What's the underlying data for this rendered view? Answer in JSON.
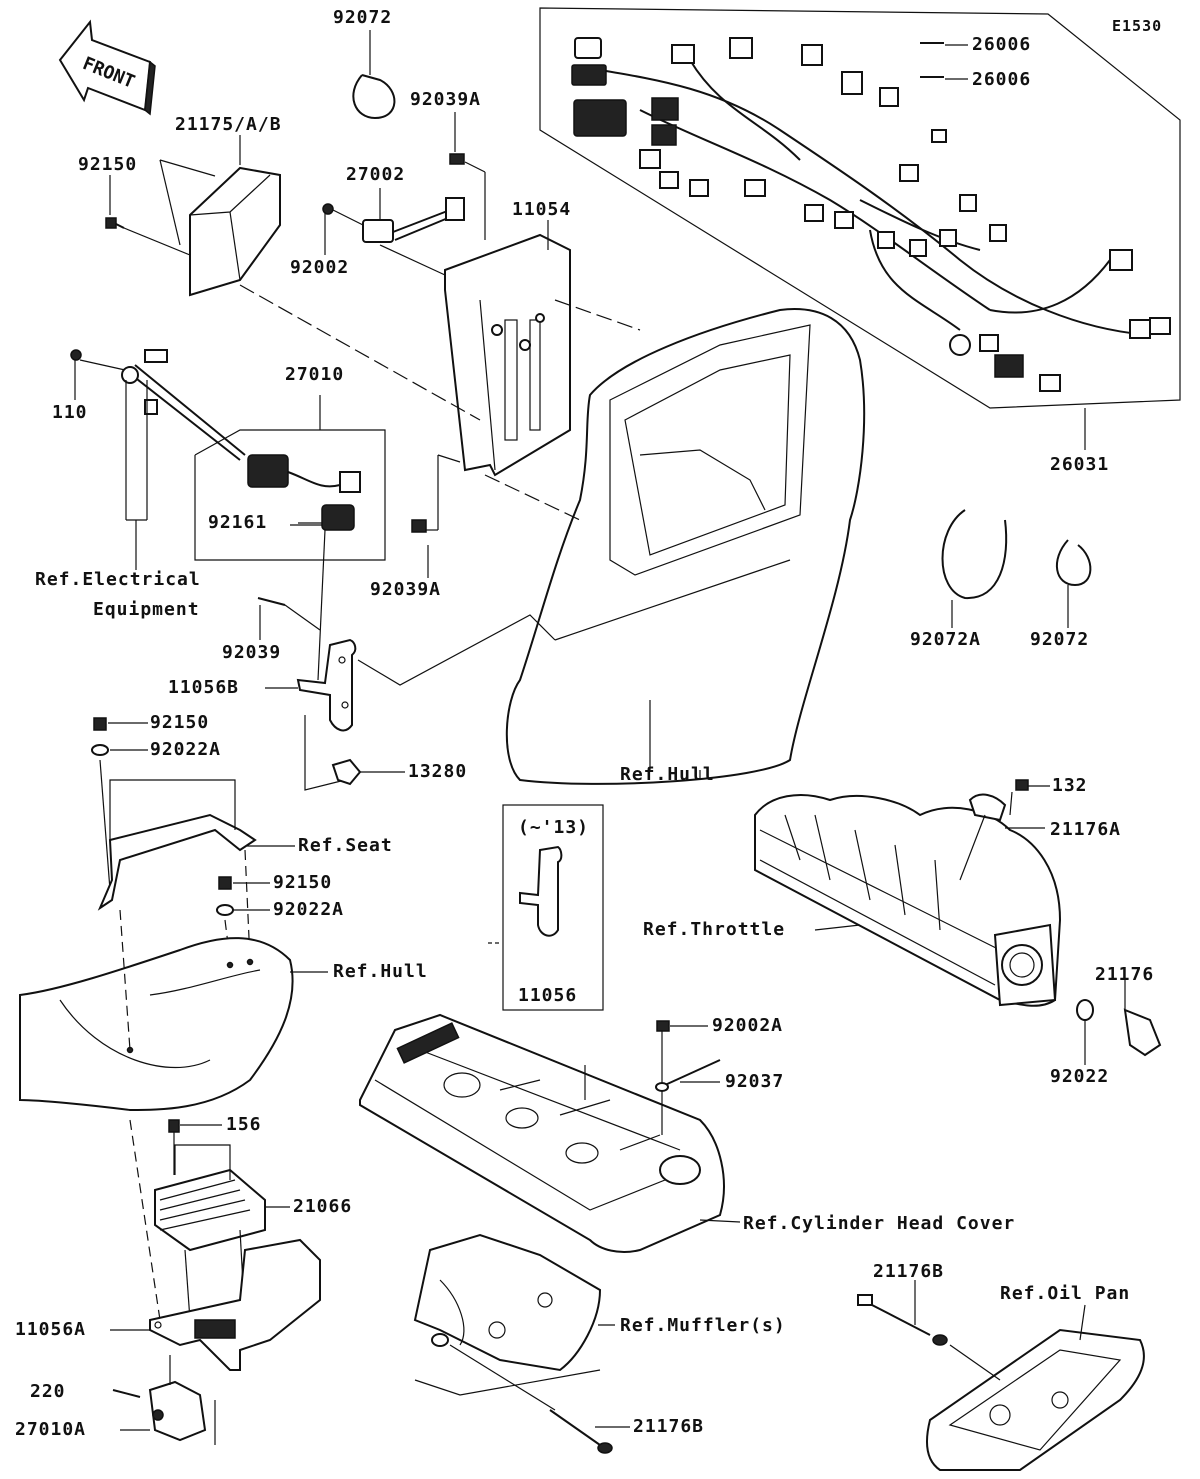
{
  "diagram": {
    "code": "E1530",
    "front_label": "FRONT",
    "labels": [
      {
        "id": "92072_top",
        "text": "92072"
      },
      {
        "id": "92039a_top",
        "text": "92039A"
      },
      {
        "id": "21175",
        "text": "21175/A/B"
      },
      {
        "id": "92150_top",
        "text": "92150"
      },
      {
        "id": "27002",
        "text": "27002"
      },
      {
        "id": "11054",
        "text": "11054"
      },
      {
        "id": "92002",
        "text": "92002"
      },
      {
        "id": "26006_a",
        "text": "26006"
      },
      {
        "id": "26006_b",
        "text": "26006"
      },
      {
        "id": "26031",
        "text": "26031"
      },
      {
        "id": "110",
        "text": "110"
      },
      {
        "id": "27010",
        "text": "27010"
      },
      {
        "id": "92161",
        "text": "92161"
      },
      {
        "id": "92039a_mid",
        "text": "92039A"
      },
      {
        "id": "ref_electrical",
        "text": "Ref.Electrical"
      },
      {
        "id": "ref_electrical_2",
        "text": "Equipment"
      },
      {
        "id": "92039",
        "text": "92039"
      },
      {
        "id": "92072a",
        "text": "92072A"
      },
      {
        "id": "92072_right",
        "text": "92072"
      },
      {
        "id": "11056b",
        "text": "11056B"
      },
      {
        "id": "92150_mid",
        "text": "92150"
      },
      {
        "id": "92022a_mid",
        "text": "92022A"
      },
      {
        "id": "13280",
        "text": "13280"
      },
      {
        "id": "ref_hull_top",
        "text": "Ref.Hull"
      },
      {
        "id": "132",
        "text": "132"
      },
      {
        "id": "21176a",
        "text": "21176A"
      },
      {
        "id": "variant",
        "text": "(~'13)"
      },
      {
        "id": "ref_seat",
        "text": "Ref.Seat"
      },
      {
        "id": "92150_low",
        "text": "92150"
      },
      {
        "id": "92022a_low",
        "text": "92022A"
      },
      {
        "id": "ref_throttle",
        "text": "Ref.Throttle"
      },
      {
        "id": "ref_hull_low",
        "text": "Ref.Hull"
      },
      {
        "id": "21176",
        "text": "21176"
      },
      {
        "id": "11056",
        "text": "11056"
      },
      {
        "id": "92002a",
        "text": "92002A"
      },
      {
        "id": "92022",
        "text": "92022"
      },
      {
        "id": "92037",
        "text": "92037"
      },
      {
        "id": "156",
        "text": "156"
      },
      {
        "id": "21066",
        "text": "21066"
      },
      {
        "id": "ref_cyl",
        "text": "Ref.Cylinder Head Cover"
      },
      {
        "id": "21176b_right",
        "text": "21176B"
      },
      {
        "id": "ref_oilpan",
        "text": "Ref.Oil Pan"
      },
      {
        "id": "ref_muffler",
        "text": "Ref.Muffler(s)"
      },
      {
        "id": "11056a",
        "text": "11056A"
      },
      {
        "id": "220",
        "text": "220"
      },
      {
        "id": "27010a",
        "text": "27010A"
      },
      {
        "id": "21176b_low",
        "text": "21176B"
      }
    ]
  }
}
